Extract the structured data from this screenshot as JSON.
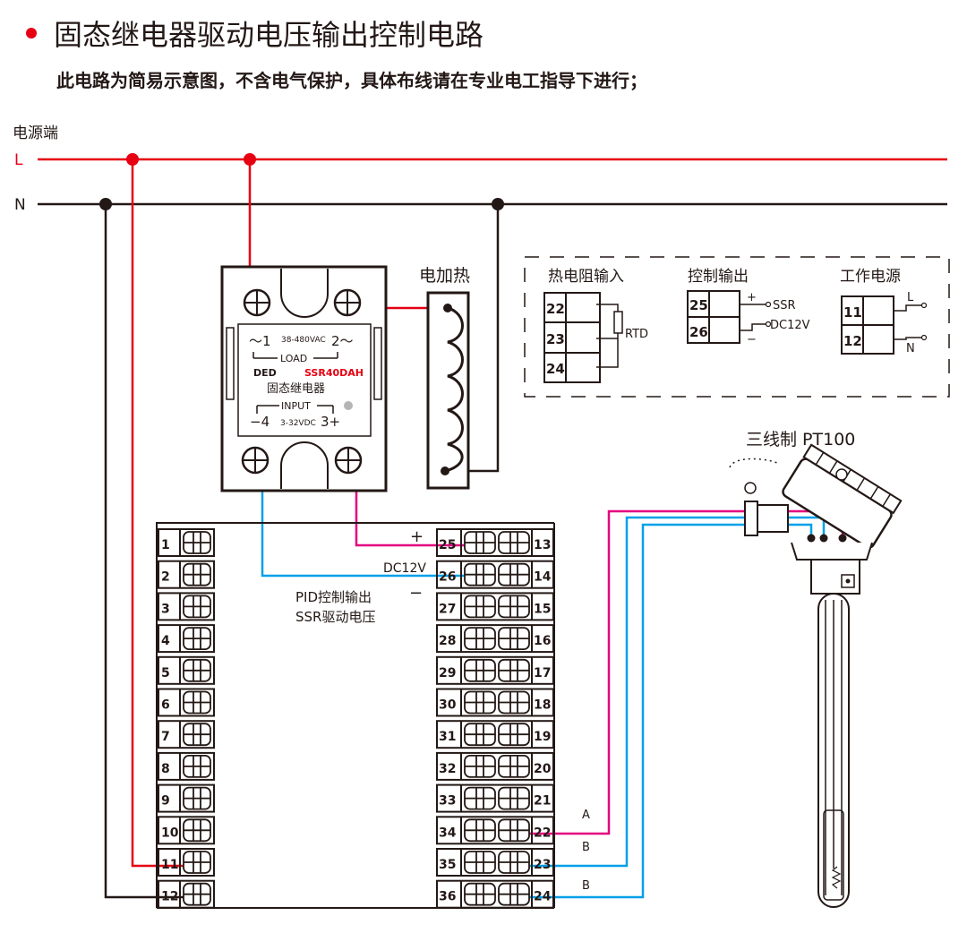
{
  "header": {
    "title": "固态继电器驱动电压输出控制电路",
    "subtitle": "此电路为简易示意图，不含电气保护，具体布线请在专业电工指导下进行；"
  },
  "power": {
    "source_label": "电源端",
    "line_label": "L",
    "neutral_label": "N"
  },
  "relay": {
    "t1": "～1",
    "voltage": "38-480VAC",
    "t2": "2～",
    "load": "LOAD",
    "brand": "DED",
    "model": "SSR40DAH",
    "name": "固态继电器",
    "input": "INPUT",
    "t4": "−4",
    "input_voltage": "3-32VDC",
    "t3": "3+"
  },
  "heater": {
    "label": "电加热"
  },
  "legend": {
    "rtd_title": "热电阻输入",
    "rtd_terminals": [
      "22",
      "23",
      "24"
    ],
    "rtd_label": "RTD",
    "control_title": "控制输出",
    "control_terminals": [
      "25",
      "26"
    ],
    "ssr": "SSR",
    "dc12v": "DC12V",
    "power_title": "工作电源",
    "power_terminals": [
      "11",
      "12"
    ],
    "l": "L",
    "n": "N",
    "plus": "+",
    "minus": "−"
  },
  "sensor": {
    "label": "三线制 PT100"
  },
  "controller": {
    "left_terminals": [
      "1",
      "2",
      "3",
      "4",
      "5",
      "6",
      "7",
      "8",
      "9",
      "10",
      "11",
      "12"
    ],
    "mid_terminals": [
      "25",
      "26",
      "27",
      "28",
      "29",
      "30",
      "31",
      "32",
      "33",
      "34",
      "35",
      "36"
    ],
    "right_terminals": [
      "13",
      "14",
      "15",
      "16",
      "17",
      "18",
      "19",
      "20",
      "21",
      "22",
      "23",
      "24"
    ],
    "plus": "+",
    "minus": "−",
    "dc12v": "DC12V",
    "pid_line1": "PID控制输出",
    "pid_line2": "SSR驱动电压",
    "wire_a": "A",
    "wire_b1": "B",
    "wire_b2": "B"
  },
  "colors": {
    "line_red": "#e60012",
    "wire_magenta": "#e4007f",
    "wire_cyan": "#00a0e9",
    "black": "#231815",
    "relay_model_red": "#e60012"
  }
}
